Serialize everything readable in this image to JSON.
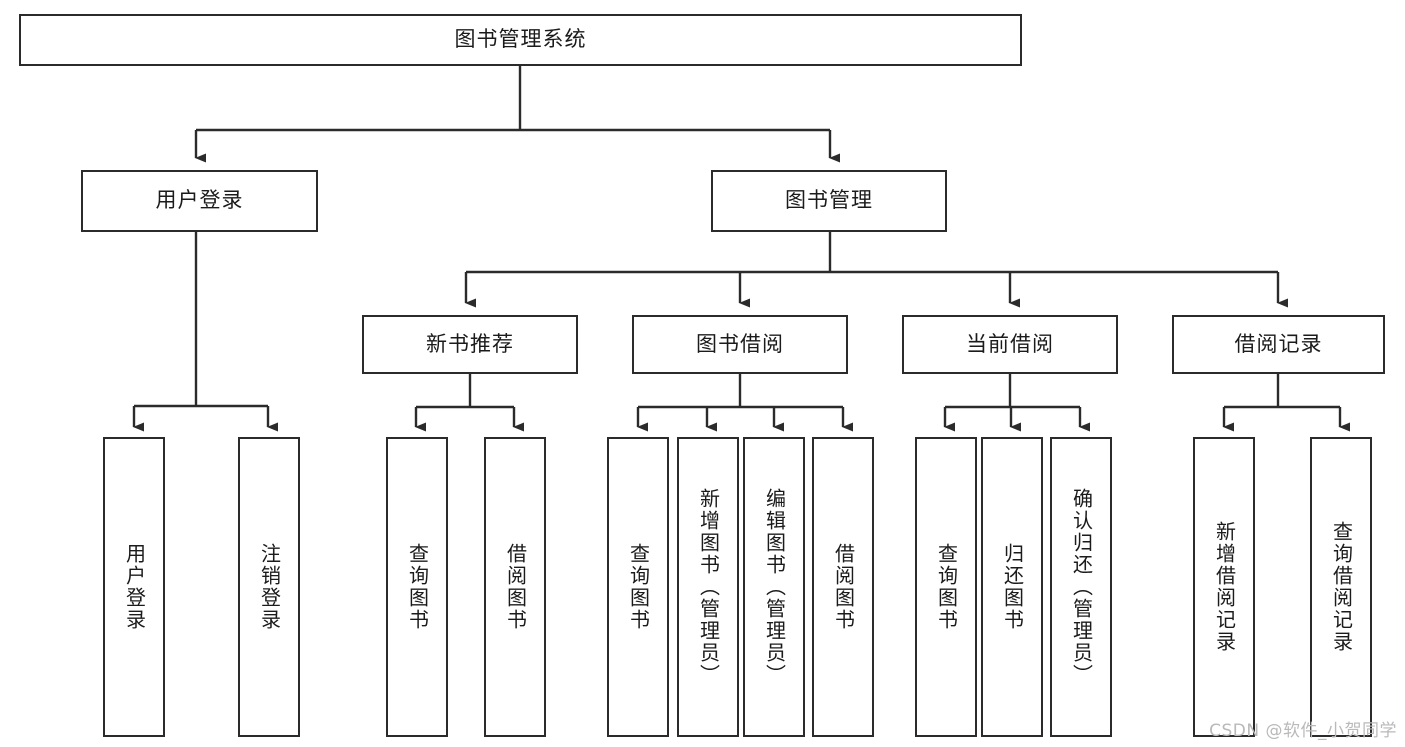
{
  "diagram": {
    "title": "图书管理系统",
    "root": {
      "label": "图书管理系统"
    },
    "level2": [
      {
        "label": "用户登录"
      },
      {
        "label": "图书管理"
      }
    ],
    "level3": [
      {
        "label": "新书推荐"
      },
      {
        "label": "图书借阅"
      },
      {
        "label": "当前借阅"
      },
      {
        "label": "借阅记录"
      }
    ],
    "leaves": [
      {
        "label": "用户登录",
        "parent": "用户登录"
      },
      {
        "label": "注销登录",
        "parent": "用户登录"
      },
      {
        "label": "查询图书",
        "parent": "新书推荐"
      },
      {
        "label": "借阅图书",
        "parent": "新书推荐"
      },
      {
        "label": "查询图书",
        "parent": "图书借阅"
      },
      {
        "label": "新增图书（管理员）",
        "parent": "图书借阅"
      },
      {
        "label": "编辑图书（管理员）",
        "parent": "图书借阅"
      },
      {
        "label": "借阅图书",
        "parent": "图书借阅"
      },
      {
        "label": "查询图书",
        "parent": "当前借阅"
      },
      {
        "label": "归还图书",
        "parent": "当前借阅"
      },
      {
        "label": "确认归还（管理员）",
        "parent": "当前借阅"
      },
      {
        "label": "新增借阅记录",
        "parent": "借阅记录"
      },
      {
        "label": "查询借阅记录",
        "parent": "借阅记录"
      }
    ],
    "watermark": "CSDN @软件_小贺同学",
    "colors": {
      "box_border": "#2b2b2b",
      "box_fill": "#ffffff",
      "connector": "#2b2b2b",
      "text": "#1b1b1b",
      "watermark": "#b9b9b9",
      "background": "#ffffff"
    }
  }
}
